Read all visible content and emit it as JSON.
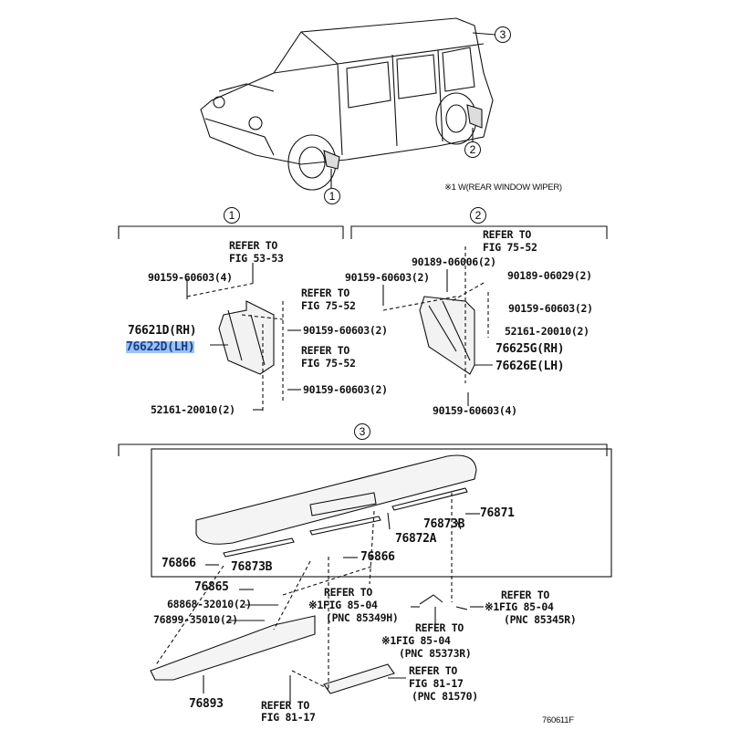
{
  "callouts": {
    "one": "1",
    "two": "2",
    "three": "3"
  },
  "note": "※1 W(REAR WINDOW WIPER)",
  "section1": {
    "refer_53_a": "REFER TO",
    "refer_53_b": "FIG 53-53",
    "bolt4": "90159-60603(4)",
    "refer_75a_a": "REFER TO",
    "refer_75a_b": "FIG 75-52",
    "rh": "76621D(RH)",
    "lh": "76622D(LH)",
    "bolt2a": "90159-60603(2)",
    "refer_75b_a": "REFER TO",
    "refer_75b_b": "FIG 75-52",
    "bolt2b": "90159-60603(2)",
    "clip": "52161-20010(2)"
  },
  "section2": {
    "refer_a": "REFER TO",
    "refer_b": "FIG 75-52",
    "nut1": "90189-06006(2)",
    "bolt_left": "90159-60603(2)",
    "nut2": "90189-06029(2)",
    "bolt_right": "90159-60603(2)",
    "clip": "52161-20010(2)",
    "rh": "76625G(RH)",
    "lh": "76626E(LH)",
    "bolt4": "90159-60603(4)"
  },
  "section3": {
    "p76871": "76871",
    "p76873b_r": "76873B",
    "p76872a": "76872A",
    "p76866_l": "76866",
    "p76873b_l": "76873B",
    "p76866_r": "76866",
    "p76865": "76865",
    "p68868": "68868-32010(2)",
    "p76899": "76899-35010(2)",
    "ref1_a": "REFER TO",
    "ref1_b": "※1FIG 85-04",
    "ref1_c": "(PNC 85349H)",
    "ref2_a": "REFER TO",
    "ref2_b": "※1FIG 85-04",
    "ref2_c": "(PNC 85373R)",
    "ref3_a": "REFER TO",
    "ref3_b": "※1FIG 85-04",
    "ref3_c": "(PNC 85345R)",
    "ref4_a": "REFER TO",
    "ref4_b": "FIG 81-17",
    "ref4_c": "(PNC 81570)",
    "p76893": "76893",
    "ref5_a": "REFER TO",
    "ref5_b": "FIG 81-17"
  },
  "figure_id": "760611F"
}
